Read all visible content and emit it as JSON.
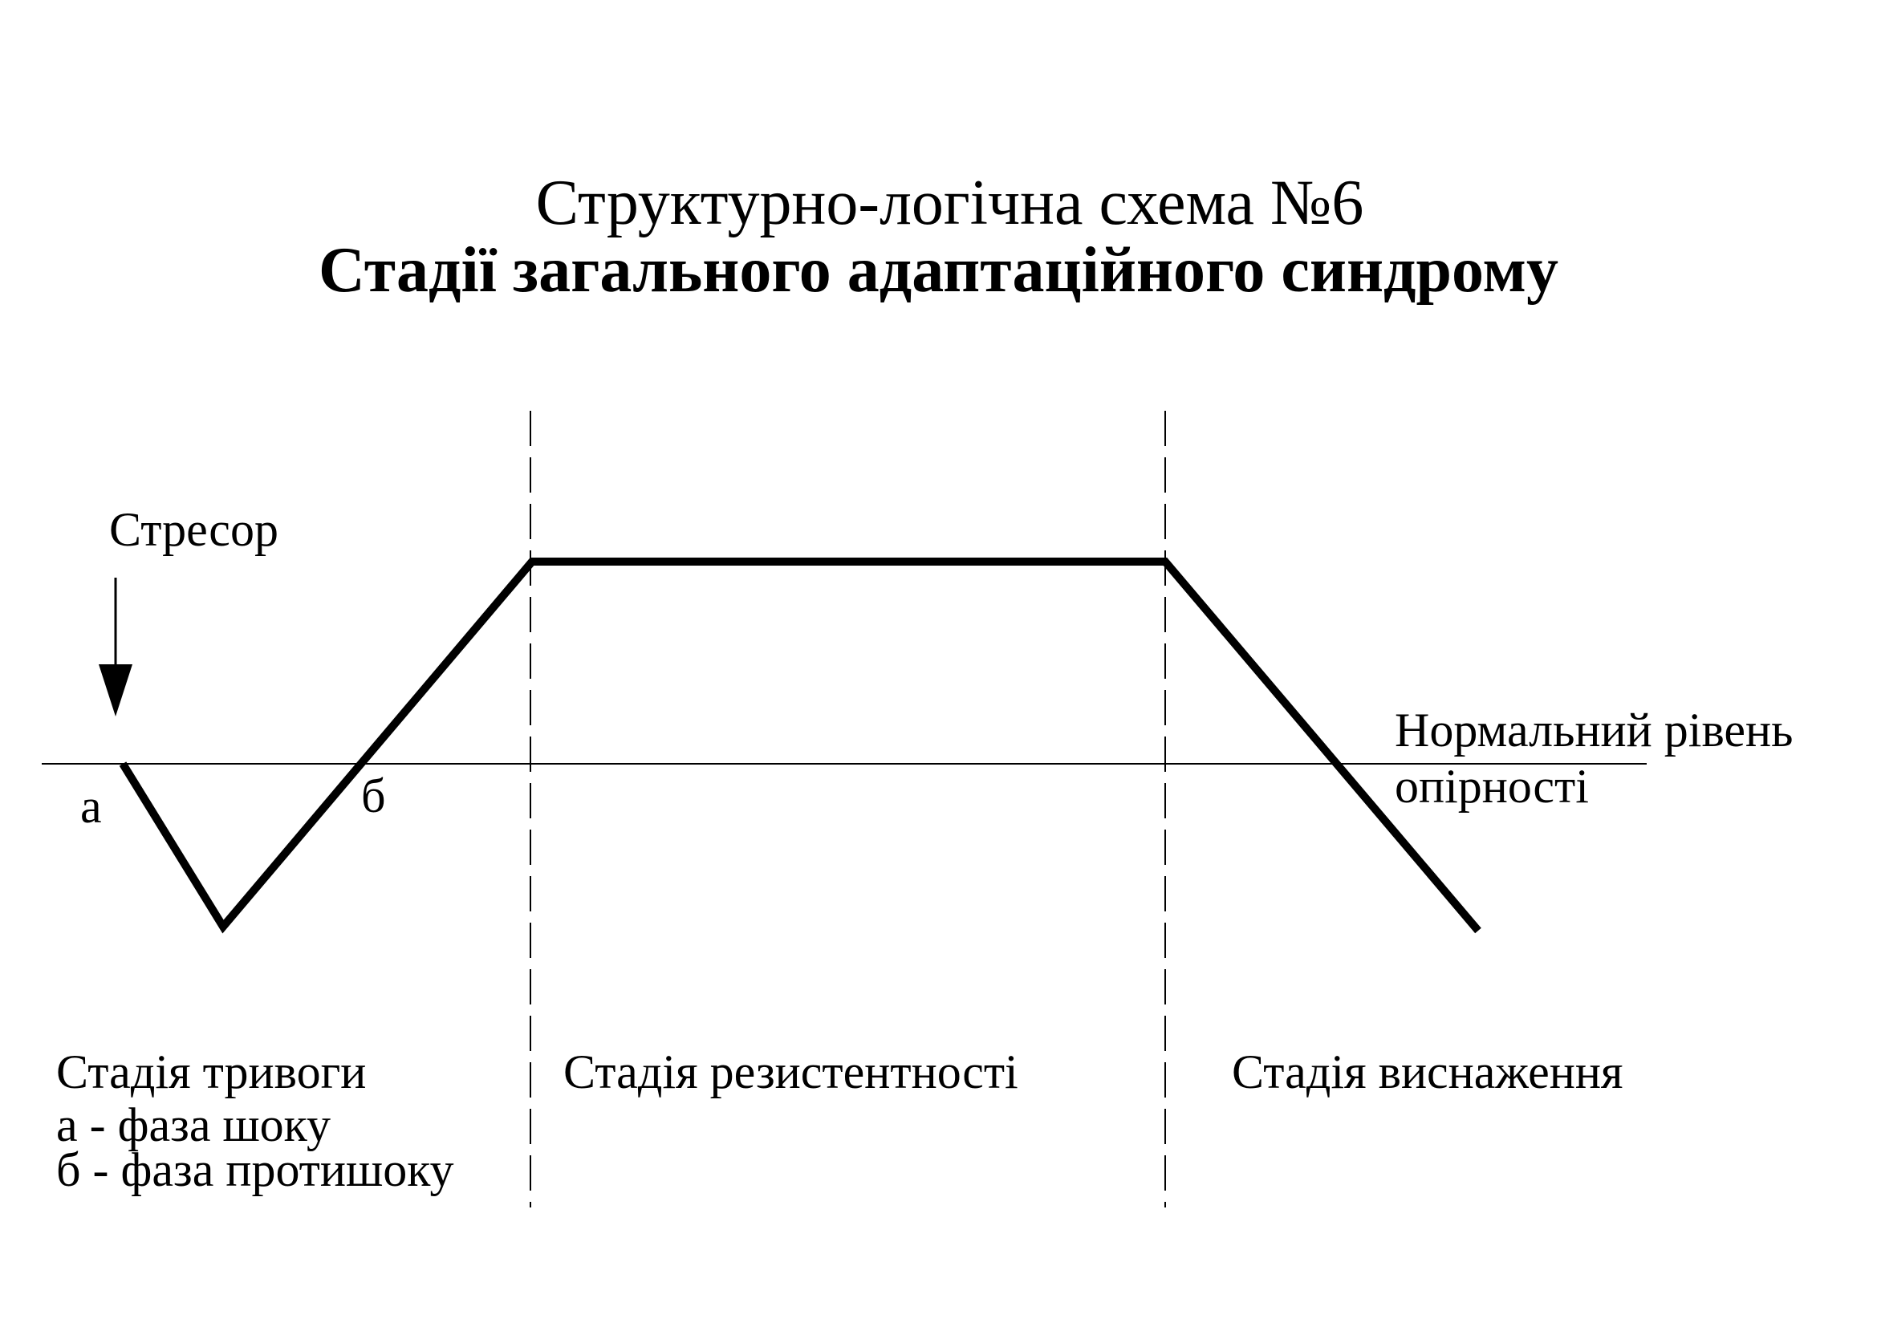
{
  "header": {
    "subtitle": "Структурно-логічна схема №6",
    "title": "Стадії загального адаптаційного синдрому"
  },
  "diagram": {
    "stressor_label": "Стресор",
    "phase_a_mark": "а",
    "phase_b_mark": "б",
    "normal_level_line1": "Нормальний рівень",
    "normal_level_line2": "опірності",
    "stages": {
      "alarm": {
        "title": "Стадія тривоги",
        "phase_a": "а - фаза шоку",
        "phase_b": "б - фаза протишоку"
      },
      "resistance": {
        "title": "Стадія резистентності"
      },
      "exhaustion": {
        "title": "Стадія виснаження"
      }
    },
    "colors": {
      "line": "#000000",
      "background": "#ffffff"
    }
  }
}
